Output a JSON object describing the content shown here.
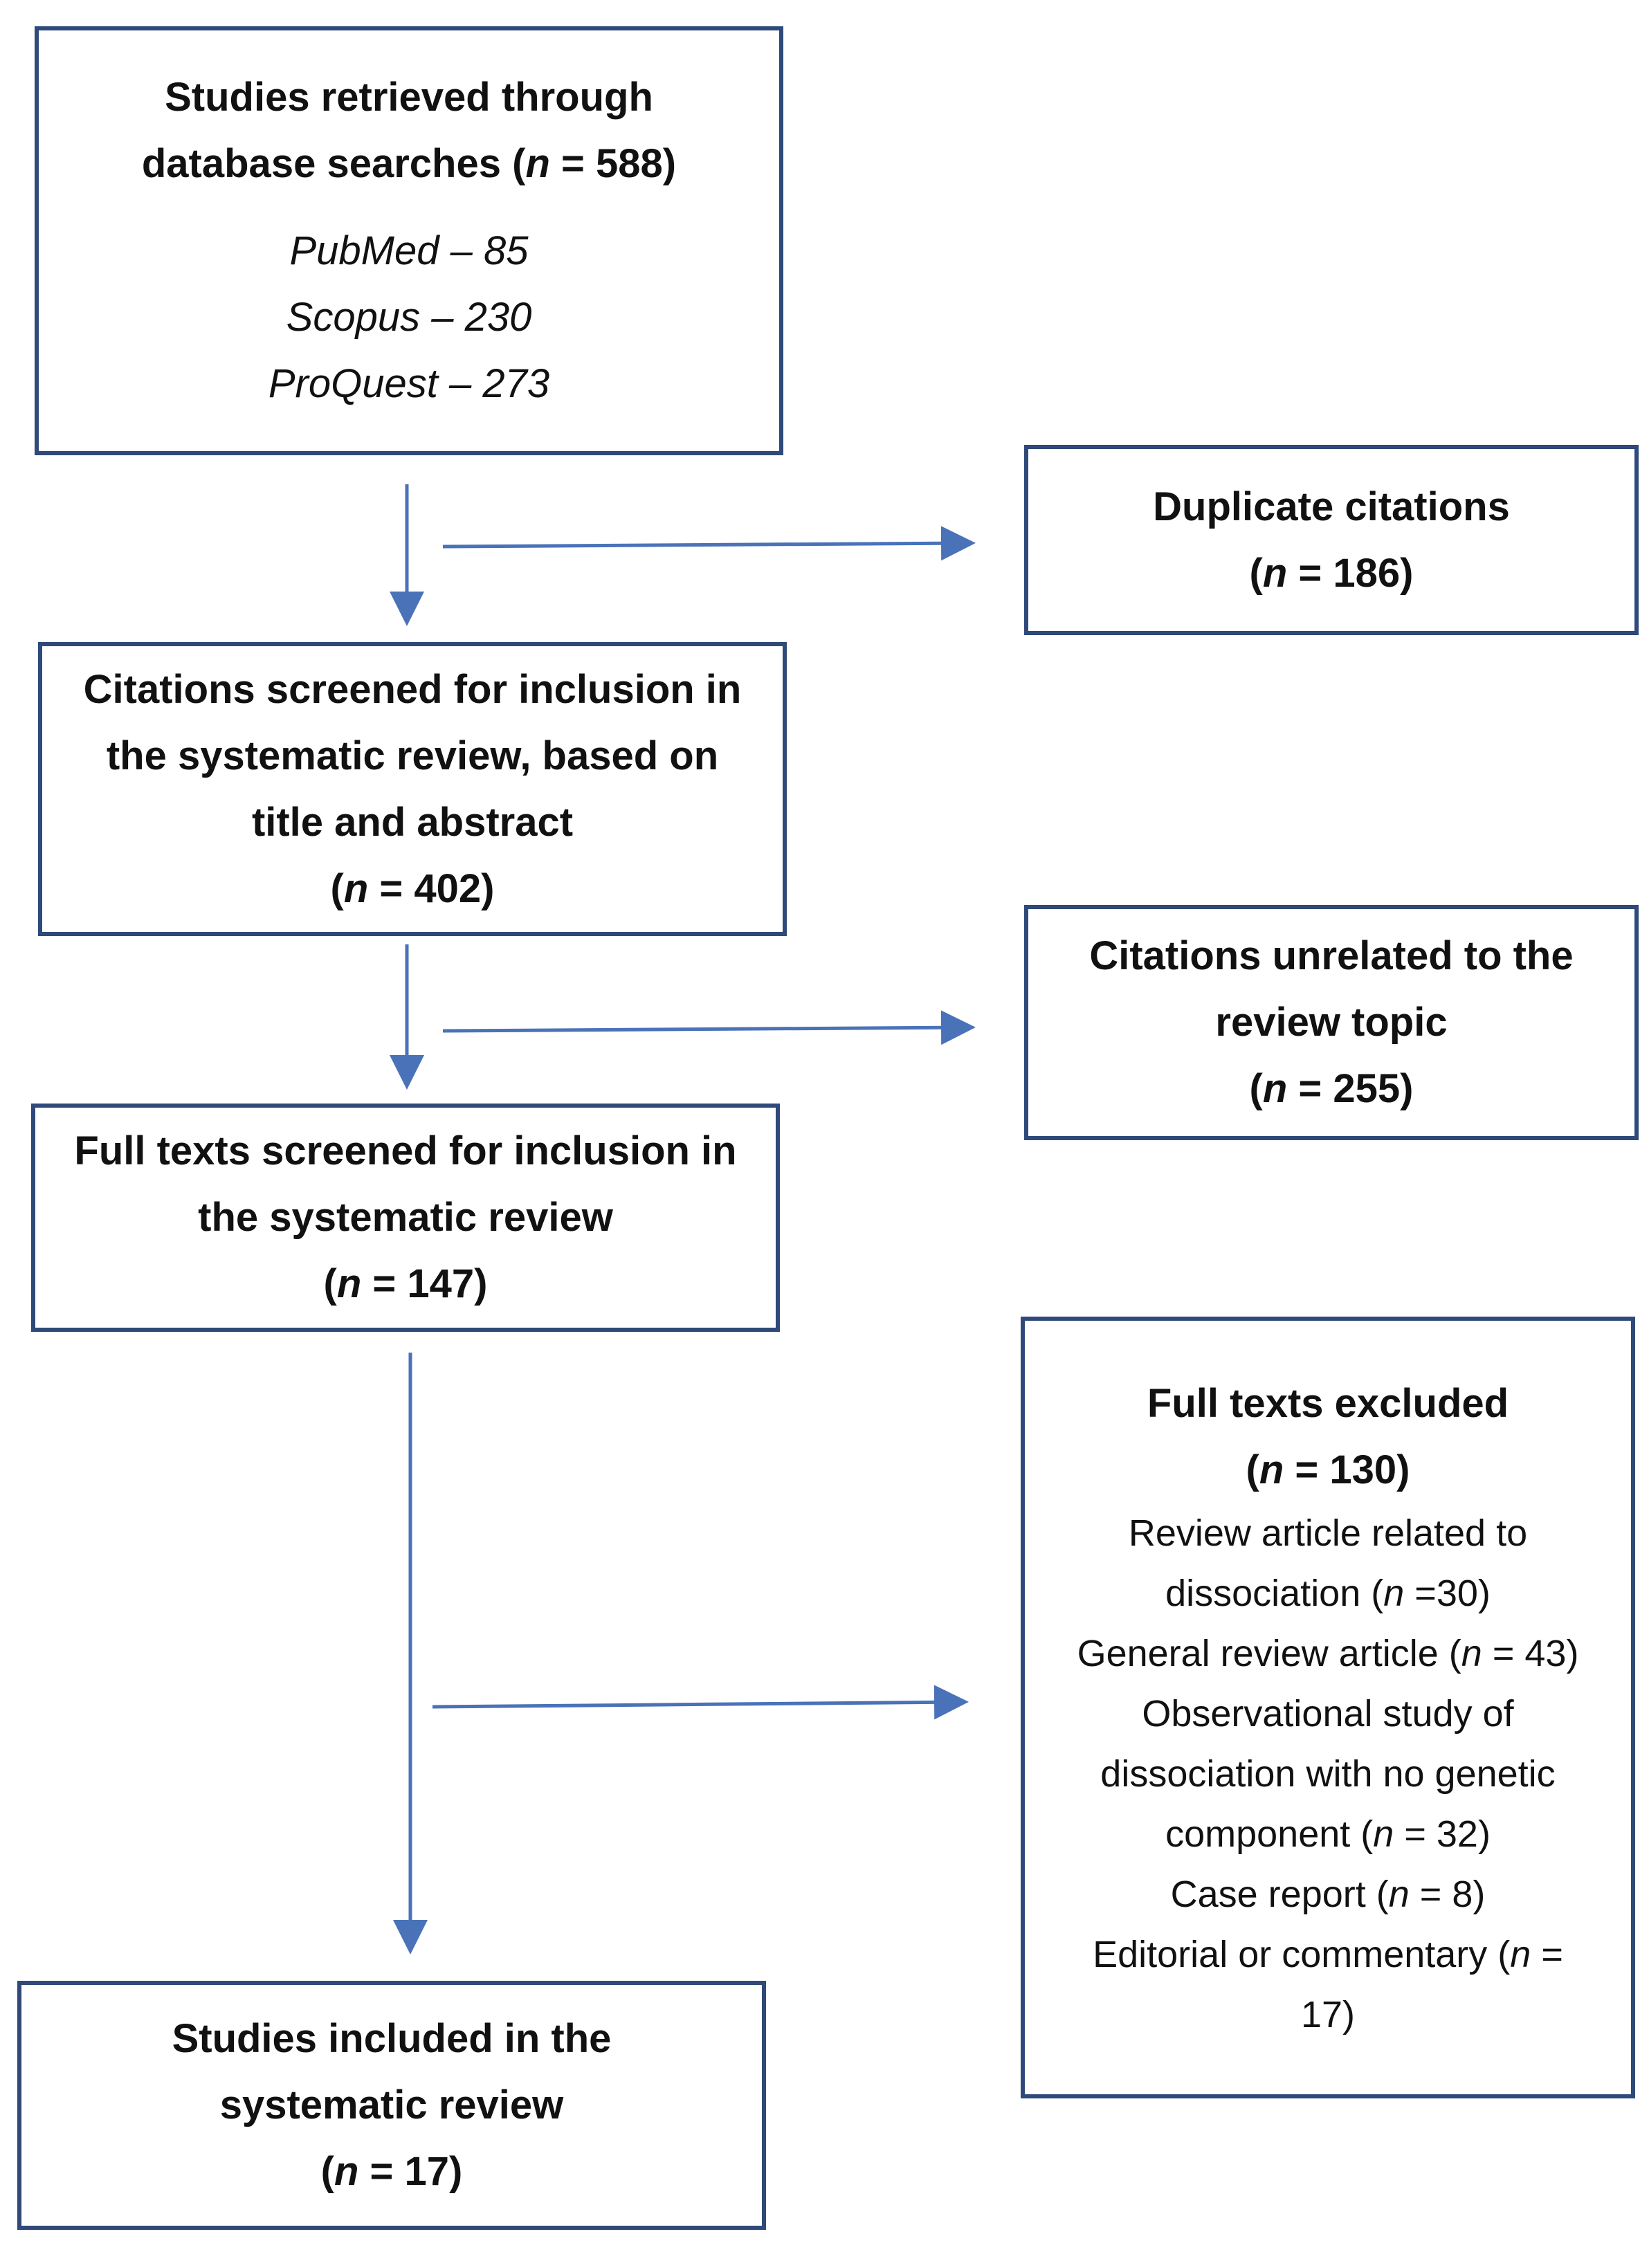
{
  "boxes": {
    "retrieved": {
      "title": "Studies retrieved through database searches",
      "count": "588",
      "sources": [
        "PubMed – 85",
        "Scopus – 230",
        "ProQuest – 273"
      ]
    },
    "duplicates": {
      "title": "Duplicate citations",
      "count": "186"
    },
    "screened": {
      "title": "Citations screened for inclusion in the systematic review, based on title and abstract",
      "count": "402"
    },
    "unrelated": {
      "title": "Citations unrelated to the review topic",
      "count": "255"
    },
    "fulltext": {
      "title": "Full texts screened for inclusion in the systematic review",
      "count": "147"
    },
    "excluded": {
      "title": "Full texts excluded",
      "count": "130",
      "reasons": [
        {
          "label": "Review article related to dissociation",
          "count": "30"
        },
        {
          "label": "General review article",
          "count": "43"
        },
        {
          "label": "Observational study of dissociation with no genetic component",
          "count": "32"
        },
        {
          "label": "Case report",
          "count": "8"
        },
        {
          "label": "Editorial or commentary",
          "count": "17"
        }
      ]
    },
    "included": {
      "title": "Studies included in the systematic review",
      "count": "17"
    }
  },
  "n_symbol": "n",
  "colors": {
    "box_border": "#2f4a7a",
    "arrow": "#4a72b8",
    "text": "#111111"
  }
}
